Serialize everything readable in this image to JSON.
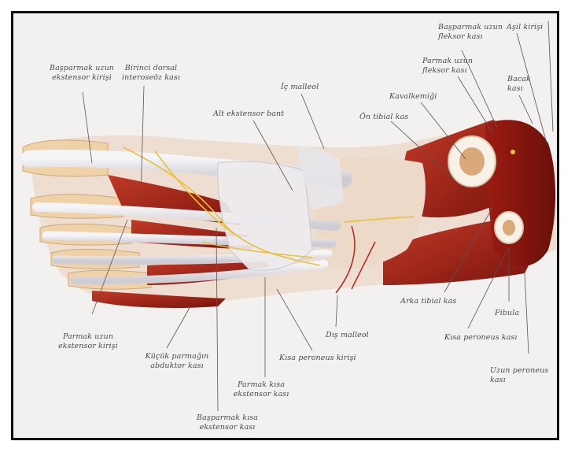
{
  "labels": {
    "basparmak_uzun_ekstensor_kirisi": "Başparmak uzun\nekstensor kirişi",
    "birinci_dorsal_interosseoz_kasi": "Birinci dorsal\ninteroseöz kası",
    "alt_ekstensor_bant": "Alt ekstensor bant",
    "ic_malleol": "İç malleol",
    "basparmak_uzun_fleksor_kasi": "Başparmak uzun\nfleksor kası",
    "asil_kirisi": "Aşil kirişi",
    "parmak_uzun_fleksor_kasi": "Parmak uzun\nfleksor kası",
    "bacak_kasi": "Bacak\nkası",
    "kaval_kemigi": "Kavalkemiği",
    "on_tibial_kas": "Ön tibial kas",
    "parmak_uzun_ekstensor_kirisi": "Parmak uzun\nekstensor kirişi",
    "kucuk_parmagin_abduktor_kasi": "Küçük parmağın\nabduktor kası",
    "basparmak_kisa_ekstensor_kasi": "Başparmak kısa\nekstensor kası",
    "parmak_kisa_ekstensor_kasi": "Parmak kısa\nekstensor kası",
    "kisa_peroneus_kirisi": "Kısa peroneus kirişi",
    "dis_malleol": "Dış malleol",
    "arka_tibial_kas": "Arka tibial kas",
    "fibula": "Fibula",
    "kisa_peroneus_kasi": "Kısa peroneus kası",
    "uzun_peroneus_kasi": "Uzun peroneus\nkası"
  },
  "colors": {
    "frame": "#111111",
    "background": "#f3f1ef",
    "muscle": "#a8231a",
    "muscle_dark": "#7a140e",
    "tendon": "#e6e4e8",
    "bone": "#efd2a8",
    "nerve": "#e8c23a",
    "leader": "#555555",
    "label": "#4a4a4a"
  }
}
